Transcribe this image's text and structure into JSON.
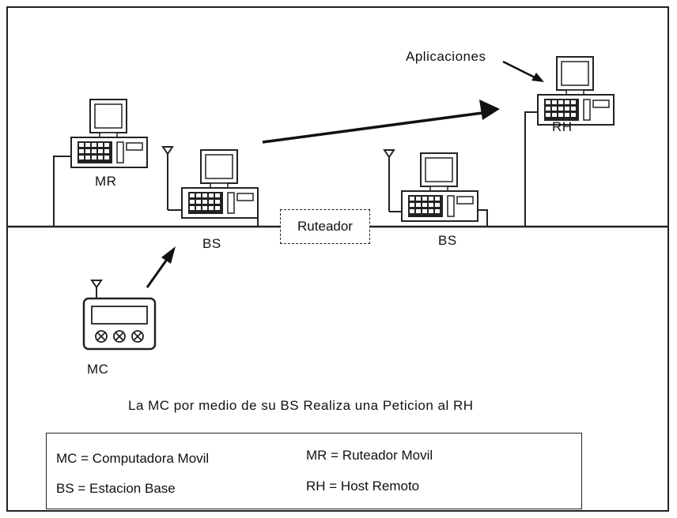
{
  "labels": {
    "aplicaciones": "Aplicaciones",
    "mr": "MR",
    "bs_left": "BS",
    "bs_right": "BS",
    "rh": "RH",
    "mc": "MC",
    "router": "Ruteador"
  },
  "caption": "La MC por medio de su BS Realiza una Peticion al RH",
  "legend": {
    "mc": "MC = Computadora Movil",
    "mr": "MR = Ruteador Movil",
    "bs": "BS = Estacion Base",
    "rh": "RH = Host Remoto"
  }
}
